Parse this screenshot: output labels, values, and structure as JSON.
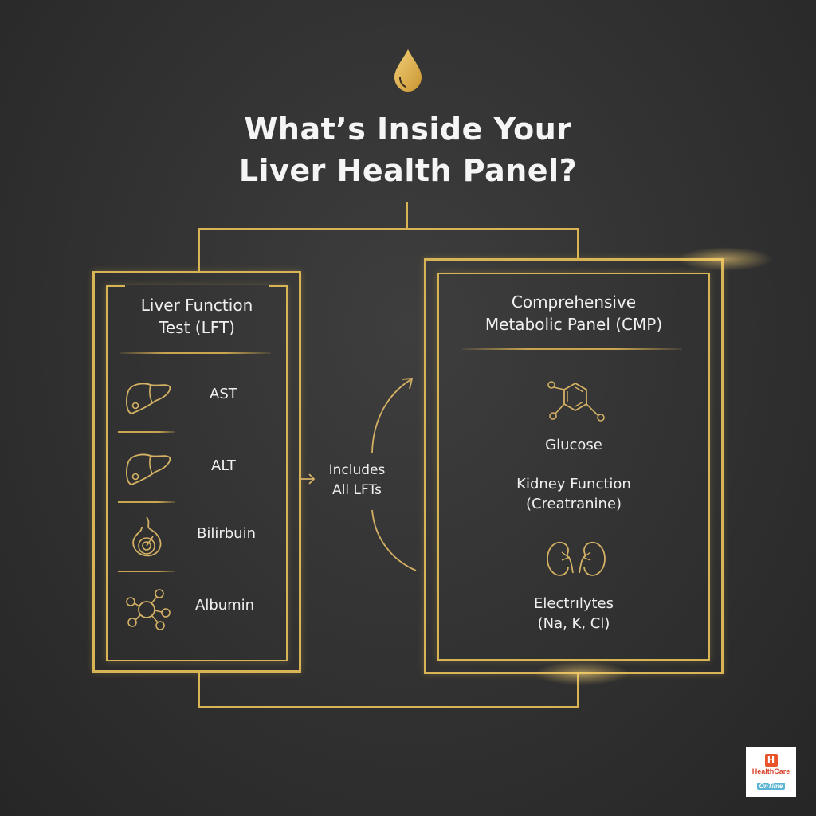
{
  "header": {
    "icon": "droplet-icon",
    "title_line1": "What’s Inside Your",
    "title_line2": "Liver Health Panel?"
  },
  "left_panel": {
    "title_line1": "Liver Function",
    "title_line2": "Test (LFT)",
    "items": [
      {
        "label": "AST",
        "icon": "liver-icon"
      },
      {
        "label": "ALT",
        "icon": "liver-icon"
      },
      {
        "label": "Bilirbuin",
        "icon": "flame-swirl-icon"
      },
      {
        "label": "Albumin",
        "icon": "molecule-network-icon"
      }
    ]
  },
  "connector": {
    "line1": "Includes",
    "line2": "All LFTs"
  },
  "right_panel": {
    "title_line1": "Comprehensive",
    "title_line2": "Metabolic Panel (CMP)",
    "items": [
      {
        "label": "Glucose",
        "icon": "benzene-ring-icon"
      },
      {
        "label_line1": "Kidney Function",
        "label_line2": "(Creatranine)"
      },
      {
        "label_line1": "Electrılytes",
        "label_line2": "(Na, K, Cl)",
        "icon": "kidneys-icon"
      }
    ]
  },
  "logo": {
    "badge": "H",
    "name": "HealthCare",
    "sub": "OnTime"
  },
  "colors": {
    "background": "#333333",
    "gold": "#d9b455",
    "text": "#f0f0f0",
    "logo_red": "#e8532b",
    "logo_blue": "#5bb4d4"
  }
}
